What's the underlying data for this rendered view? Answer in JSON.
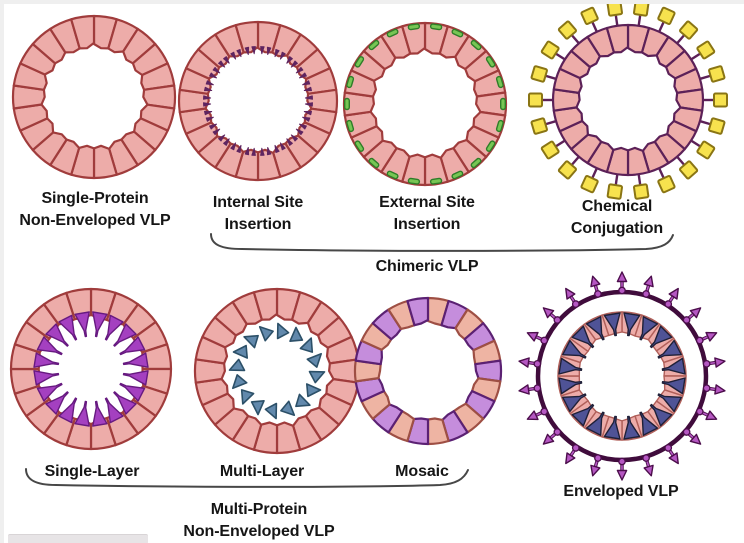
{
  "figure": {
    "vlps": [
      {
        "name": "single-protein-non-enveloped-vlp",
        "type": "plain",
        "line1": "Single-Protein",
        "line2": "Non-Enveloped VLP"
      },
      {
        "name": "internal-site-insertion",
        "type": "internal",
        "line1": "Internal Site",
        "line2": "Insertion"
      },
      {
        "name": "external-site-insertion",
        "type": "external",
        "line1": "External Site",
        "line2": "Insertion"
      },
      {
        "name": "chemical-conjugation",
        "type": "chemical",
        "line1": "Chemical",
        "line2": "Conjugation"
      },
      {
        "name": "single-layer",
        "type": "single_layer",
        "line1": "Single-Layer"
      },
      {
        "name": "multi-layer",
        "type": "multi_layer",
        "line1": "Multi-Layer"
      },
      {
        "name": "mosaic",
        "type": "mosaic",
        "line1": "Mosaic"
      },
      {
        "name": "enveloped-vlp",
        "type": "enveloped",
        "line1": "Enveloped VLP"
      }
    ],
    "group_labels": {
      "chimeric": "Chimeric VLP",
      "multi_protein_line1": "Multi-Protein",
      "multi_protein_line2": "Non-Enveloped VLP"
    },
    "colors": {
      "capsid_fill": "#edaca9",
      "capsid_stroke": "#a03c3c",
      "internal_insert": "#5f2560",
      "external_insert_fill": "#77c654",
      "external_insert_stroke": "#2e7d28",
      "chemical_stroke": "#5c2158",
      "conjugate_fill": "#f7e24e",
      "conjugate_stroke": "#8a7514",
      "single_layer_fill": "#a440c0",
      "single_layer_stroke": "#671a80",
      "multi_layer_fill": "#6289ac",
      "multi_layer_stroke": "#2c5068",
      "mosaic_fill_a": "#eeb4a3",
      "mosaic_stroke_a": "#9e4f44",
      "mosaic_fill_b": "#c58ddc",
      "mosaic_stroke_b": "#5b2173",
      "envelope_stroke": "#400c3c",
      "spike_fill": "#b557c2",
      "spike_stroke": "#4c0e4c",
      "inner_capsid_stroke": "#b05f59",
      "enveloped_protein_fill": "#4f5396",
      "enveloped_protein_stroke": "#1f2038",
      "bracket": "#474747",
      "text": "#151515"
    }
  }
}
